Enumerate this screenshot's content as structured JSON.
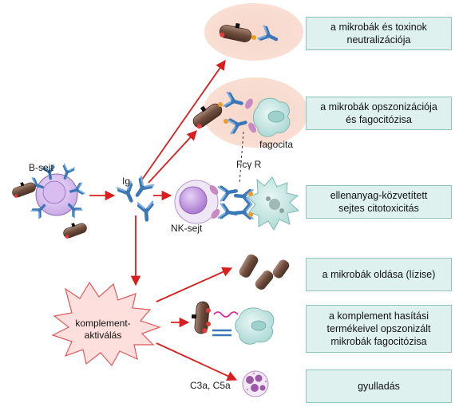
{
  "labels": {
    "b_cell": "B-sejt",
    "ig": "Ig",
    "nk_cell": "NK-sejt",
    "phagocyte": "fagocita",
    "fc_receptor": "Fcγ R",
    "c3a_c5a": "C3a, C5a",
    "complement_line1": "komplement-",
    "complement_line2": "aktiválás"
  },
  "outcomes": [
    {
      "line1": "a mikrobák és toxinok",
      "line2": "neutralizációja"
    },
    {
      "line1": "a mikrobák opszonizációja",
      "line2": "és fagocitózisa"
    },
    {
      "line1": "ellenanyag-közvetített",
      "line2": "sejtes citotoxicitás"
    },
    {
      "line1": "a mikrobák oldása (lízise)"
    },
    {
      "line1": "a komplement hasítási",
      "line2": "termékeivel opszonizált",
      "line3": "mikrobák fagocitózisa"
    },
    {
      "line1": "gyulladás"
    }
  ],
  "colors": {
    "arrow": "#d81e1e",
    "box_fill": "#dff1ef",
    "box_border": "#8fc3bd",
    "halo": "#f6d2c4",
    "antibody": "#3a77b8",
    "microbe": "#6b4a3a",
    "cell_purple": "#b58ad6",
    "cell_teal": "#bfe3e0",
    "burst": "#fde0de"
  },
  "icons": [
    "b-cell-icon",
    "antibody-icon",
    "microbe-icon",
    "nk-cell-icon",
    "phagocyte-icon",
    "target-cell-icon",
    "neutrophil-icon",
    "complement-burst-icon"
  ]
}
